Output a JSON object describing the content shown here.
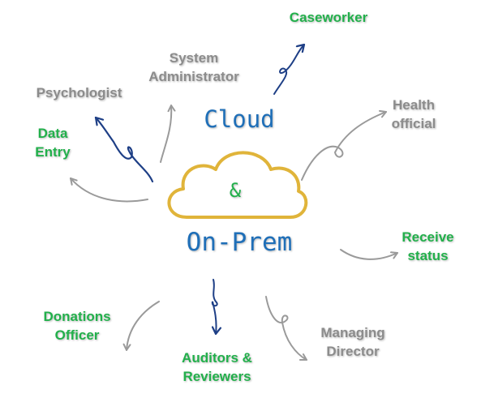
{
  "center": {
    "top_label": "Cloud",
    "connector": "&",
    "bottom_label": "On-Prem",
    "colors": {
      "label": "#1f6fb8",
      "cloud_outline": "#e0b43a",
      "connector": "#22b04b"
    }
  },
  "roles": {
    "caseworker": "Caseworker",
    "system_administrator": "System\nAdministrator",
    "psychologist": "Psychologist",
    "data_entry": "Data\nEntry",
    "health_official": "Health\nofficial",
    "receive_status": "Receive\nstatus",
    "donations_officer": "Donations\nOfficer",
    "auditors_reviewers": "Auditors &\nReviewers",
    "managing_director": "Managing\nDirector"
  },
  "colors": {
    "green_text": "#22b04b",
    "gray_text": "#8c8c8c",
    "gray_arrow": "#9a9a9a",
    "navy_arrow": "#1e3f86"
  }
}
